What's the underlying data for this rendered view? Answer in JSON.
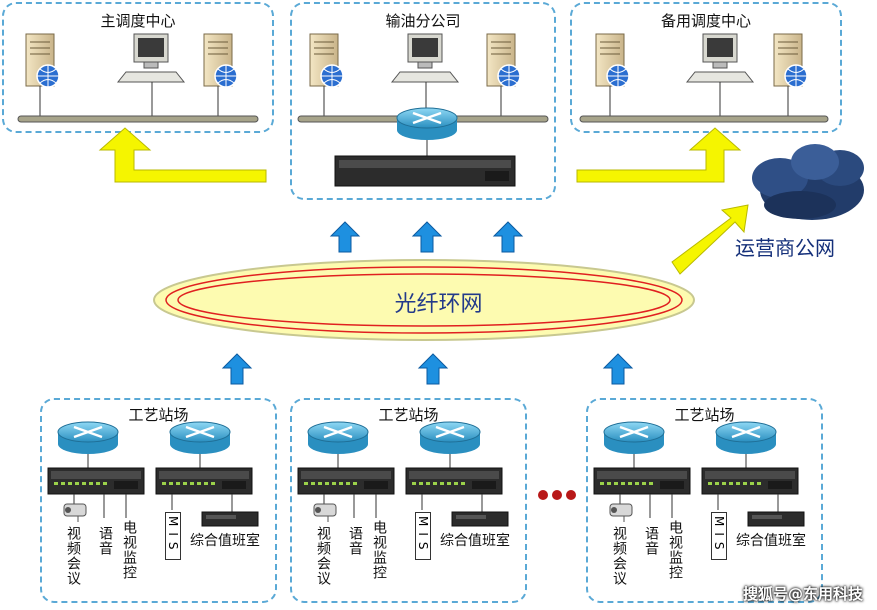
{
  "top": {
    "main_center": "主调度中心",
    "oil_branch": "输油分公司",
    "backup_center": "备用调度中心"
  },
  "ring": {
    "label": "光纤环网"
  },
  "carrier": {
    "label": "运营商公网"
  },
  "stations": [
    {
      "title": "工艺站场",
      "video": "视频会议",
      "voice": "语音",
      "tv": "电视监控",
      "mis": "MIS",
      "duty": "综合值班室"
    },
    {
      "title": "工艺站场",
      "video": "视频会议",
      "voice": "语音",
      "tv": "电视监控",
      "mis": "MIS",
      "duty": "综合值班室"
    },
    {
      "title": "工艺站场",
      "video": "视频会议",
      "voice": "语音",
      "tv": "电视监控",
      "mis": "MIS",
      "duty": "综合值班室"
    }
  ],
  "watermark": "搜狐号@东用科技",
  "colors": {
    "border": "#5aa9d6",
    "arrow_blue": "#1e90e0",
    "arrow_yellow": "#f5f500",
    "ring_fill": "#fdfbb0",
    "ring_line": "#e02020"
  }
}
